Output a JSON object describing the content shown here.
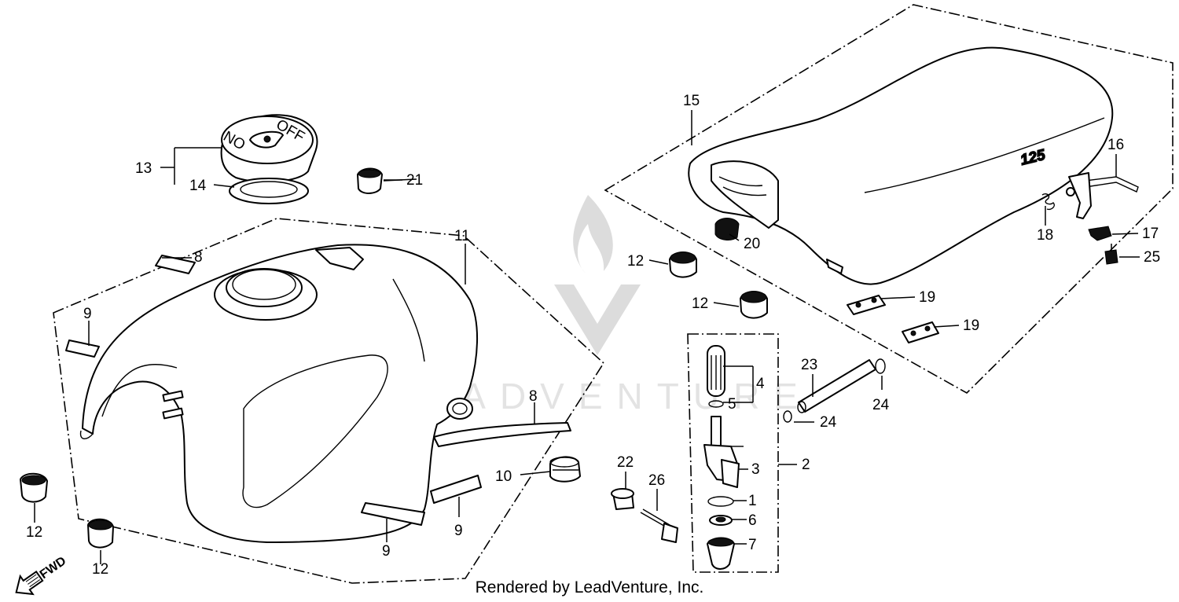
{
  "callouts": {
    "c1": "1",
    "c2": "2",
    "c3": "3",
    "c4": "4",
    "c5": "5",
    "c6": "6",
    "c7": "7",
    "c8a": "8",
    "c8b": "8",
    "c9a": "9",
    "c9b": "9",
    "c9c": "9",
    "c10": "10",
    "c11": "11",
    "c12a": "12",
    "c12b": "12",
    "c12c": "12",
    "c12d": "12",
    "c13": "13",
    "c14": "14",
    "c15": "15",
    "c16": "16",
    "c17": "17",
    "c18": "18",
    "c19a": "19",
    "c19b": "19",
    "c20": "20",
    "c21": "21",
    "c22": "22",
    "c23": "23",
    "c24a": "24",
    "c24b": "24",
    "c25": "25",
    "c26": "26"
  },
  "seat_emblem": "125",
  "fuel_cap_marks": {
    "off": "OFF",
    "on": "ON"
  },
  "direction_label": "FWD",
  "watermark": "LEADVENTURE",
  "footer": "Rendered by LeadVenture, Inc."
}
